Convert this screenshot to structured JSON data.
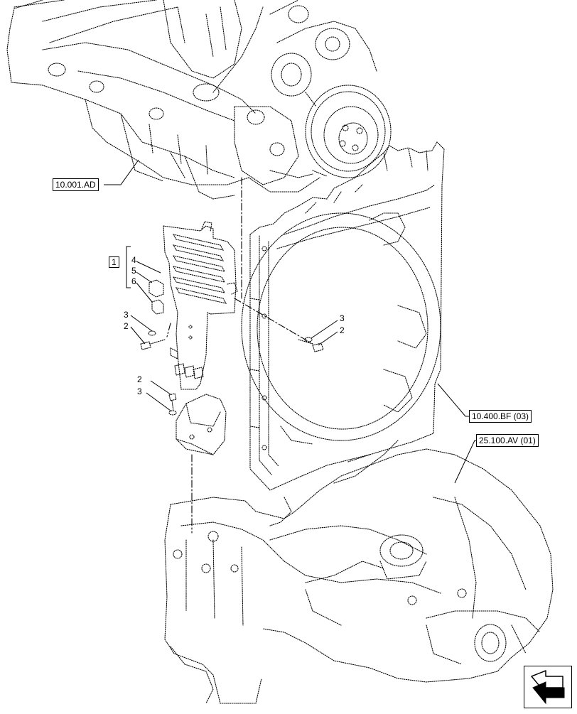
{
  "references": {
    "engine": "10.001.AD",
    "radiator_frame": "10.400.BF (03)",
    "front_support": "25.100.AV (01)"
  },
  "kit_label": "1",
  "callouts": {
    "kit_item_4": "4",
    "kit_item_5": "5",
    "kit_item_6": "6",
    "upper_left_washer": "3",
    "upper_left_bolt": "2",
    "lower_bolt": "2",
    "lower_washer": "3",
    "right_washer": "3",
    "right_bolt": "2"
  },
  "icons": {
    "orientation": "view-direction-arrow-icon"
  }
}
